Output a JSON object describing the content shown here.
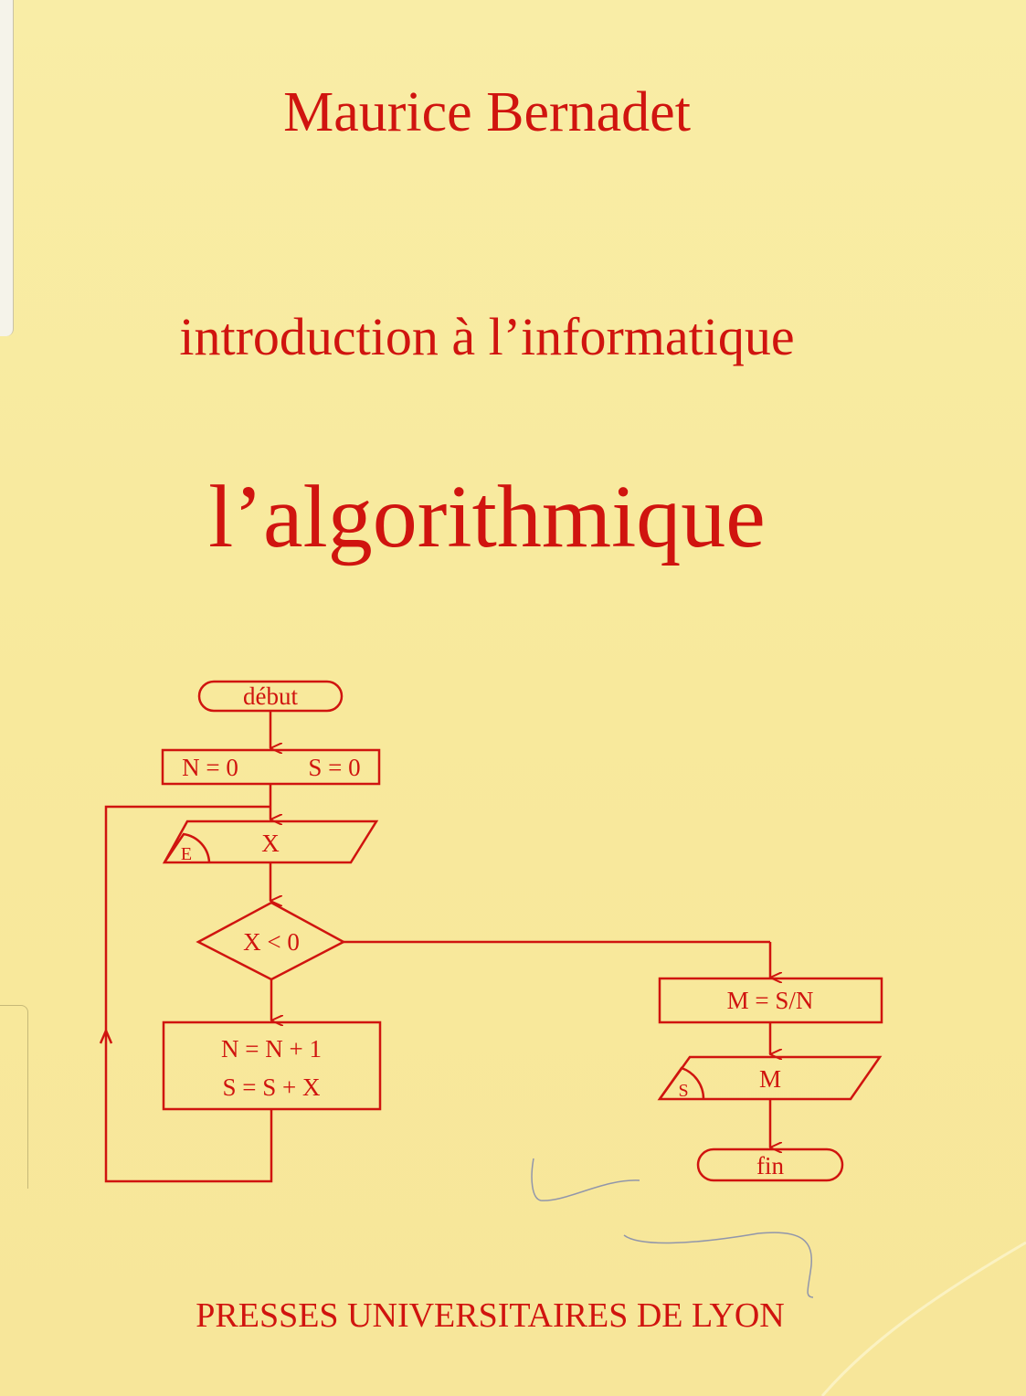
{
  "cover": {
    "author": "Maurice Bernadet",
    "subtitle": "introduction à l’informatique",
    "title": "l’algorithmique",
    "publisher": "PRESSES UNIVERSITAIRES DE LYON"
  },
  "colors": {
    "background": "#f9eda6",
    "ink": "#d0140f"
  },
  "flowchart": {
    "start": "début",
    "init_n": "N = 0",
    "init_s": "S = 0",
    "input_marker": "E",
    "input_var": "X",
    "condition": "X < 0",
    "loop_line1": "N = N + 1",
    "loop_line2": "S = S + X",
    "compute": "M = S/N",
    "output_marker": "S",
    "output_var": "M",
    "end": "fin"
  }
}
